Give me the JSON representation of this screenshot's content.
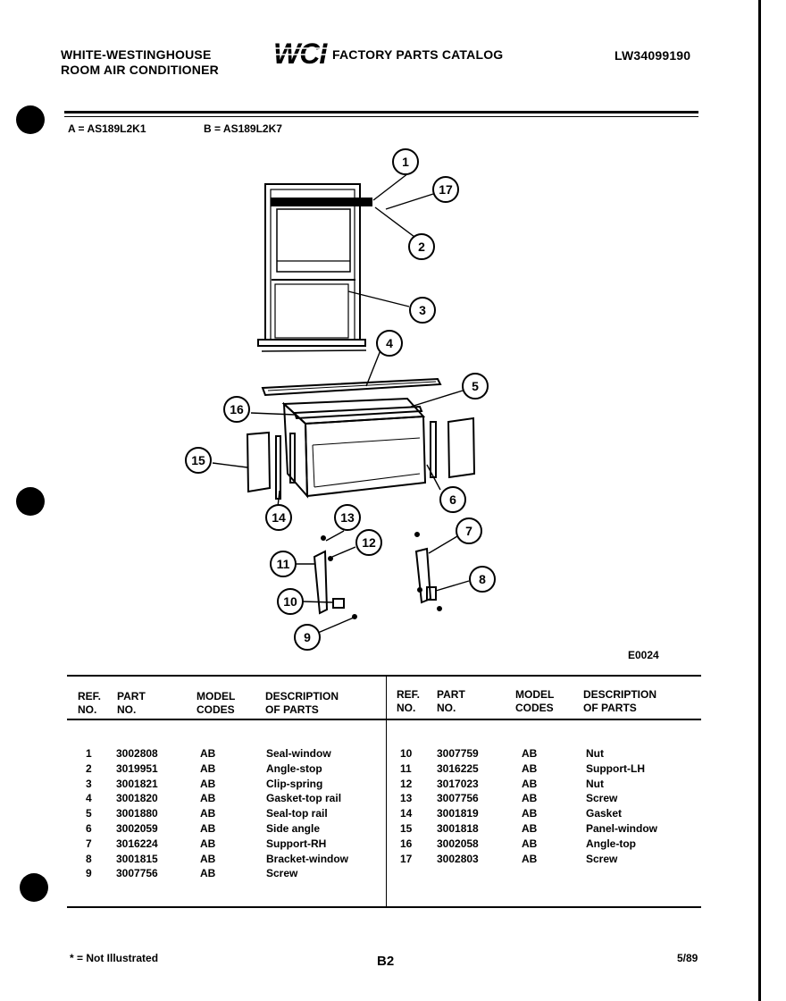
{
  "header": {
    "brand_line1": "WHITE-WESTINGHOUSE",
    "brand_line2": "ROOM AIR CONDITIONER",
    "logo": "WCI",
    "catalog_title": "FACTORY PARTS CATALOG",
    "catalog_number": "LW34099190"
  },
  "models": {
    "a": "A = AS189L2K1",
    "b": "B = AS189L2K7"
  },
  "diagram": {
    "code": "E0024",
    "callouts": [
      "1",
      "2",
      "3",
      "4",
      "5",
      "6",
      "7",
      "8",
      "9",
      "10",
      "11",
      "12",
      "13",
      "14",
      "15",
      "16",
      "17"
    ]
  },
  "table": {
    "headers": {
      "ref_no": [
        "REF.",
        "NO."
      ],
      "part_no": [
        "PART",
        "NO."
      ],
      "model_codes": [
        "MODEL",
        "CODES"
      ],
      "description": [
        "DESCRIPTION",
        "OF PARTS"
      ]
    },
    "left_rows": [
      {
        "ref": "1",
        "part": "3002808",
        "codes": "AB",
        "desc": "Seal-window"
      },
      {
        "ref": "2",
        "part": "3019951",
        "codes": "AB",
        "desc": "Angle-stop"
      },
      {
        "ref": "3",
        "part": "3001821",
        "codes": "AB",
        "desc": "Clip-spring"
      },
      {
        "ref": "4",
        "part": "3001820",
        "codes": "AB",
        "desc": "Gasket-top rail"
      },
      {
        "ref": "5",
        "part": "3001880",
        "codes": "AB",
        "desc": "Seal-top rail"
      },
      {
        "ref": "6",
        "part": "3002059",
        "codes": "AB",
        "desc": "Side angle"
      },
      {
        "ref": "7",
        "part": "3016224",
        "codes": "AB",
        "desc": "Support-RH"
      },
      {
        "ref": "8",
        "part": "3001815",
        "codes": "AB",
        "desc": "Bracket-window"
      },
      {
        "ref": "9",
        "part": "3007756",
        "codes": "AB",
        "desc": "Screw"
      }
    ],
    "right_rows": [
      {
        "ref": "10",
        "part": "3007759",
        "codes": "AB",
        "desc": "Nut"
      },
      {
        "ref": "11",
        "part": "3016225",
        "codes": "AB",
        "desc": "Support-LH"
      },
      {
        "ref": "12",
        "part": "3017023",
        "codes": "AB",
        "desc": "Nut"
      },
      {
        "ref": "13",
        "part": "3007756",
        "codes": "AB",
        "desc": "Screw"
      },
      {
        "ref": "14",
        "part": "3001819",
        "codes": "AB",
        "desc": "Gasket"
      },
      {
        "ref": "15",
        "part": "3001818",
        "codes": "AB",
        "desc": "Panel-window"
      },
      {
        "ref": "16",
        "part": "3002058",
        "codes": "AB",
        "desc": "Angle-top"
      },
      {
        "ref": "17",
        "part": "3002803",
        "codes": "AB",
        "desc": "Screw"
      }
    ]
  },
  "footer": {
    "note": "* = Not Illustrated",
    "page": "B2",
    "date": "5/89"
  }
}
